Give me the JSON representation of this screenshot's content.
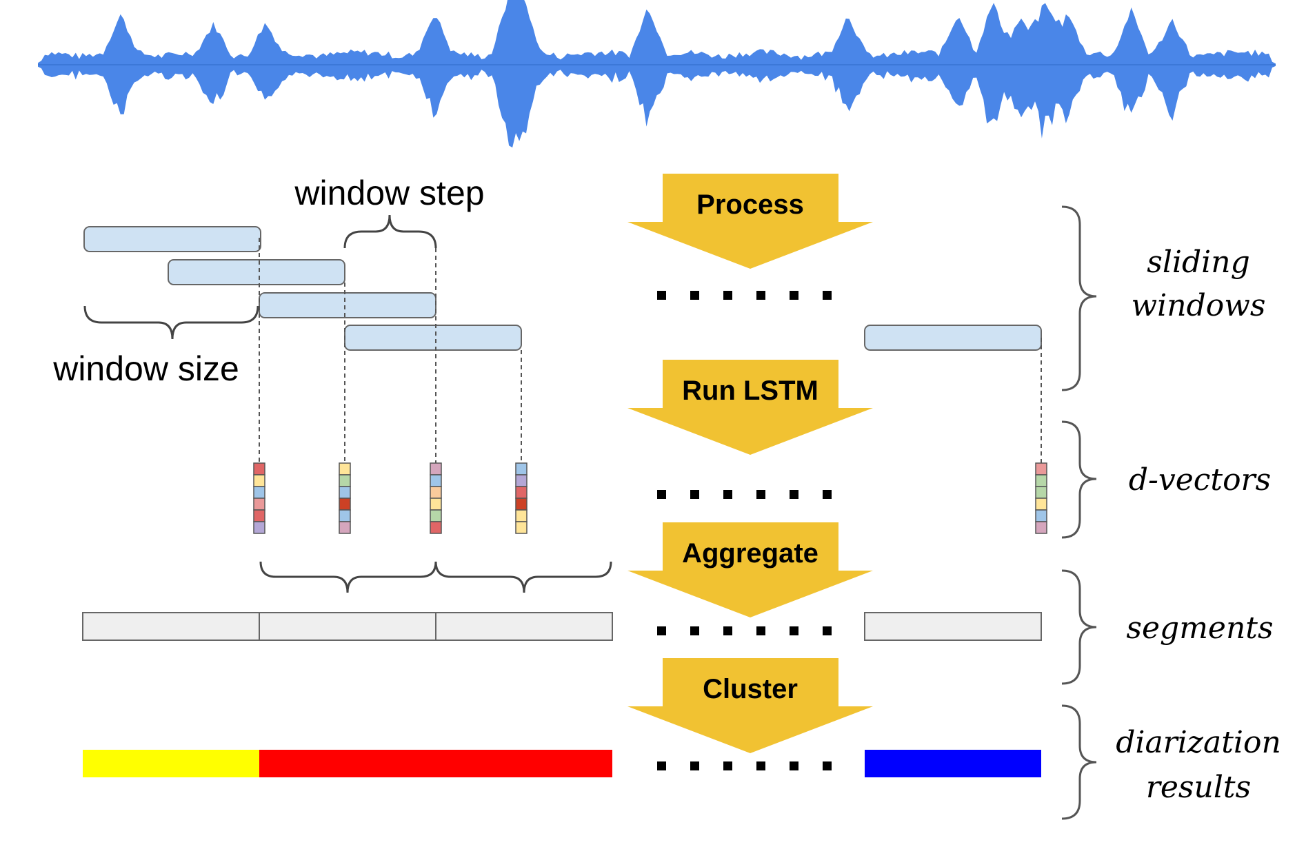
{
  "labels": {
    "window_step": "window step",
    "window_size": "window size"
  },
  "steps": [
    "Process",
    "Run LSTM",
    "Aggregate",
    "Cluster"
  ],
  "side_labels": {
    "sliding_windows": [
      "sliding",
      "windows"
    ],
    "d_vectors": [
      "d-vectors"
    ],
    "segments": [
      "segments"
    ],
    "diarization_results": [
      "diarization",
      "results"
    ]
  },
  "colors": {
    "waveform": "#4a86e8",
    "window_fill": "#cfe2f3",
    "arrow": "#f1c232",
    "segment_fill": "#efefef",
    "speaker_1": "#ffff00",
    "speaker_2": "#ff0000",
    "speaker_3": "#0000ff"
  },
  "dvector_cell_colors": [
    [
      "#e06666",
      "#ffe599",
      "#9fc5e8",
      "#ea9999",
      "#e06666",
      "#b4a7d6"
    ],
    [
      "#ffe599",
      "#b6d7a8",
      "#9fc5e8",
      "#cc4125",
      "#9fc5e8",
      "#d5a6bd"
    ],
    [
      "#d5a6bd",
      "#9fc5e8",
      "#f9cb9c",
      "#ffe599",
      "#b6d7a8",
      "#e06666"
    ],
    [
      "#9fc5e8",
      "#b4a7d6",
      "#e06666",
      "#cc4125",
      "#ffe599",
      "#ffe599"
    ],
    [
      "#ea9999",
      "#b6d7a8",
      "#b6d7a8",
      "#ffe599",
      "#9fc5e8",
      "#d5a6bd"
    ]
  ]
}
